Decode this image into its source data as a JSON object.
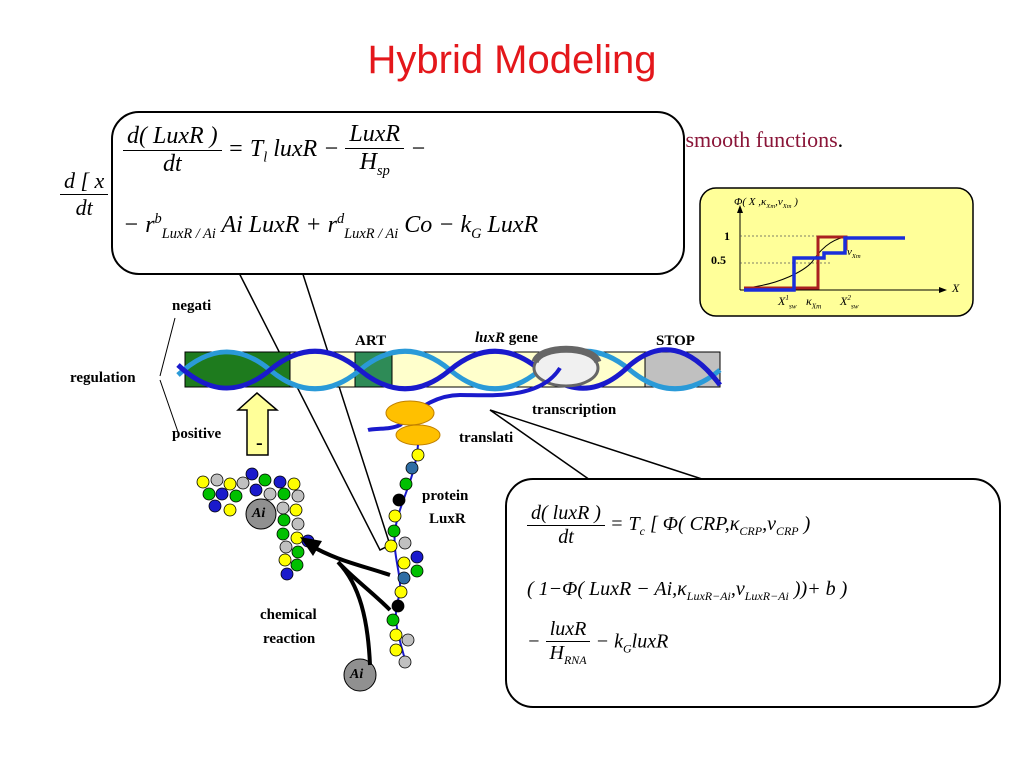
{
  "title": "Hybrid Modeling",
  "bullet_fragment": "g smooth functions",
  "bullet_period": ".",
  "left_eq": {
    "d": "d [ x",
    "dt": "dt"
  },
  "labels": {
    "negative": "negati",
    "start": "ART",
    "gene": "luxR",
    "gene_suffix": "gene",
    "stop": "STOP",
    "regulation": "regulation",
    "transcription": "transcription",
    "positive": "positive",
    "minus": "-",
    "translation": "translati",
    "protein": "protein",
    "protein_name": "LuxR",
    "chemical": "chemical",
    "reaction": "reaction",
    "ai": "Ai"
  },
  "graph": {
    "func_label": "Φ( X ,κ",
    "sub_xm": "Xm",
    "nu": ",ν",
    "close": " )",
    "tick_1": "1",
    "tick_05": "0.5",
    "x_axis": "X",
    "nu_xm": "ν",
    "x1": "X",
    "x1_sup": "1",
    "x1_sub": "sw",
    "kappa": "κ",
    "x2": "X",
    "x2_sup": "2",
    "x2_sub": "sw"
  },
  "eq1": {
    "d_num": "d( LuxR )",
    "d_den": "dt",
    "equals_T": "= T",
    "T_sub": "l",
    "luxR": "luxR −",
    "frac_num": "LuxR",
    "frac_den": "H",
    "frac_den_sub": "sp",
    "trail": "−",
    "line2_a": "− r",
    "line2_a_sup": "b",
    "line2_a_sub": "LuxR / Ai",
    "line2_b": "Ai  LuxR + r",
    "line2_b_sup": "d",
    "line2_b_sub": "LuxR / Ai",
    "line2_c": "Co − k",
    "line2_c_sub": "G",
    "line2_d": "LuxR"
  },
  "eq2": {
    "d_num": "d( luxR )",
    "d_den": "dt",
    "line1": "= T",
    "line1_sub": "c",
    "line1_b": "[ Φ( CRP,κ",
    "line1_b_sub": "CRP",
    "line1_c": ",ν",
    "line1_c_sub": "CRP",
    "line1_d": " )",
    "line2": "( 1−Φ( LuxR − Ai,κ",
    "line2_sub": "LuxR−Ai",
    "line2_b": ",ν",
    "line2_b_sub": "LuxR−Ai",
    "line2_c": " ))+ b )",
    "line3_minus": "−",
    "line3_num": "luxR",
    "line3_den": "H",
    "line3_den_sub": "RNA",
    "line3_tail": "− k",
    "line3_tail_sub": "G",
    "line3_end": "luxR"
  },
  "colors": {
    "title": "#e4171b",
    "bullet": "#8a1538",
    "graph_bg": "#ffff99",
    "gene_bg": "#ffffcc",
    "green_block": "#1e7b1e",
    "teal_block": "#2e8b57",
    "stop_block": "#c0c0c0",
    "dna_dark": "#1a1acc",
    "dna_light": "#2a9ad8",
    "arrow_fill": "#ffff99",
    "ribosome": "#ffc000",
    "step_red": "#aa2020",
    "step_blue": "#1a2edb"
  },
  "icons": {
    "up_arrow": "up-arrow-icon",
    "reaction_arrow": "curved-arrow-icon",
    "rna_polymerase": "rna-polymerase-icon"
  }
}
